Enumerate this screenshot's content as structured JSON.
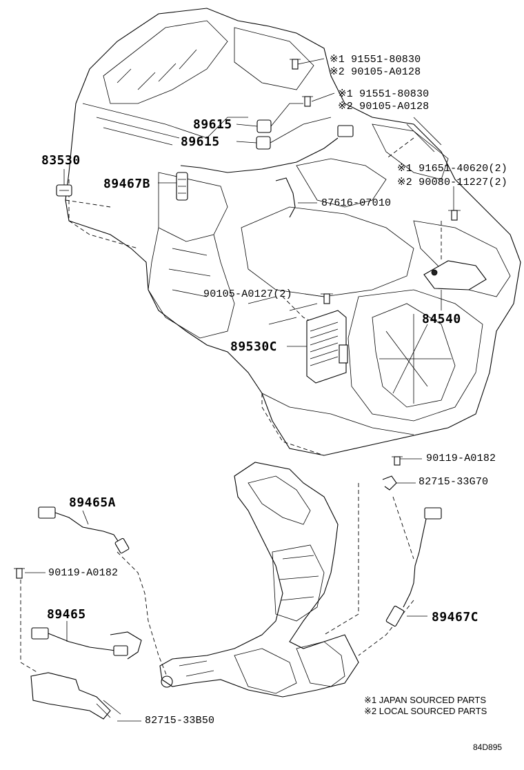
{
  "diagram_id": "84D895",
  "notes": {
    "note1": "※1 JAPAN SOURCED PARTS",
    "note2": "※2 LOCAL SOURCED PARTS"
  },
  "parts": {
    "p1a": "※1 91551-80830",
    "p1b": "※2 90105-A0128",
    "p2a": "※1 91551-80830",
    "p2b": "※2 90105-A0128",
    "knock1": "89615",
    "knock2": "89615",
    "p83530": "83530",
    "p89467B": "89467B",
    "p3a": "※1 91651-40620(2)",
    "p3b": "※2 90080-11227(2)",
    "p87616": "87616-07010",
    "p84540": "84540",
    "p90105_0127": "90105-A0127(2)",
    "p89530C": "89530C",
    "p90119_top": "90119-A0182",
    "p82715_G70": "82715-33G70",
    "p89465A": "89465A",
    "p90119_left": "90119-A0182",
    "p89465": "89465",
    "p89467C": "89467C",
    "p82715_B50": "82715-33B50"
  }
}
